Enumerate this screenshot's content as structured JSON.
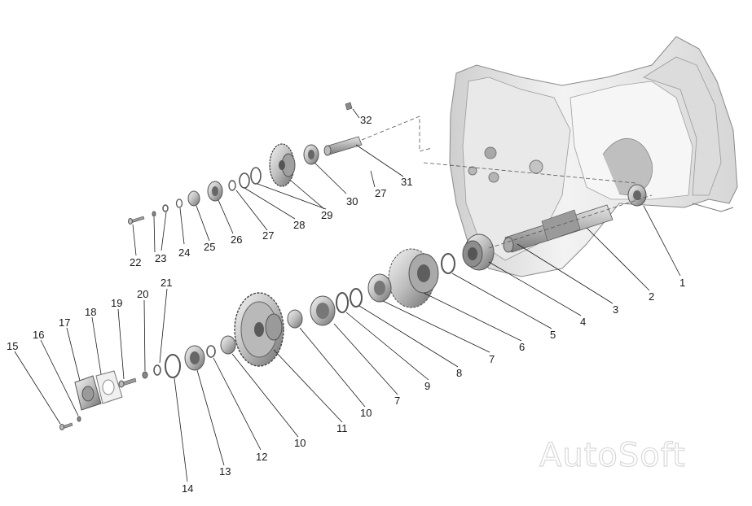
{
  "watermark": "AutoSoft",
  "labels": [
    {
      "id": "l32",
      "text": "32"
    },
    {
      "id": "l31",
      "text": "31"
    },
    {
      "id": "l30",
      "text": "30"
    },
    {
      "id": "l29",
      "text": "29"
    },
    {
      "id": "l28",
      "text": "28"
    },
    {
      "id": "l27a",
      "text": "27"
    },
    {
      "id": "l27b",
      "text": "27"
    },
    {
      "id": "l26",
      "text": "26"
    },
    {
      "id": "l25",
      "text": "25"
    },
    {
      "id": "l24",
      "text": "24"
    },
    {
      "id": "l23",
      "text": "23"
    },
    {
      "id": "l22",
      "text": "22"
    },
    {
      "id": "l21",
      "text": "21"
    },
    {
      "id": "l20",
      "text": "20"
    },
    {
      "id": "l19",
      "text": "19"
    },
    {
      "id": "l18",
      "text": "18"
    },
    {
      "id": "l17",
      "text": "17"
    },
    {
      "id": "l16",
      "text": "16"
    },
    {
      "id": "l15",
      "text": "15"
    },
    {
      "id": "l14",
      "text": "14"
    },
    {
      "id": "l13",
      "text": "13"
    },
    {
      "id": "l12",
      "text": "12"
    },
    {
      "id": "l11",
      "text": "11"
    },
    {
      "id": "l10a",
      "text": "10"
    },
    {
      "id": "l10b",
      "text": "10"
    },
    {
      "id": "l9",
      "text": "9"
    },
    {
      "id": "l8",
      "text": "8"
    },
    {
      "id": "l7a",
      "text": "7"
    },
    {
      "id": "l7b",
      "text": "7"
    },
    {
      "id": "l6",
      "text": "6"
    },
    {
      "id": "l5",
      "text": "5"
    },
    {
      "id": "l4",
      "text": "4"
    },
    {
      "id": "l3",
      "text": "3"
    },
    {
      "id": "l2",
      "text": "2"
    },
    {
      "id": "l1",
      "text": "1"
    }
  ]
}
